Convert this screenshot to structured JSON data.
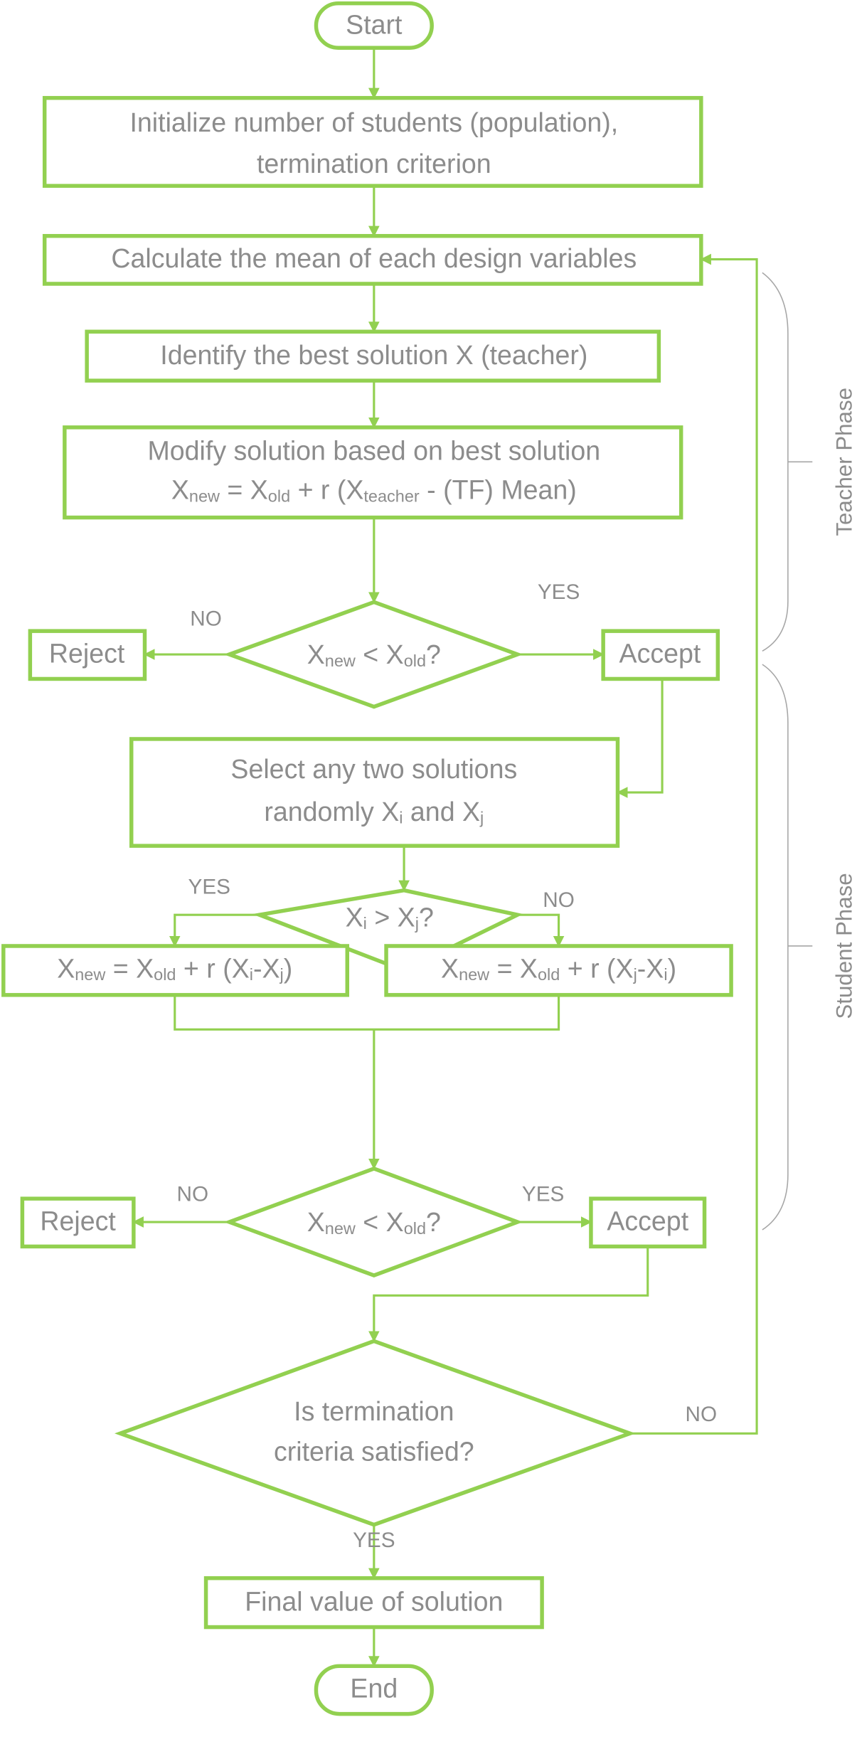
{
  "colors": {
    "shape": "#92D050",
    "text": "#8c8c8c",
    "brace": "#a6a6a6"
  },
  "start": "Start",
  "init": {
    "line1": "Initialize number of students (population),",
    "line2": "termination criterion"
  },
  "mean": "Calculate the mean of each design variables",
  "identify": "Identify the best solution X (teacher)",
  "modify": {
    "line1": "Modify solution based on best solution",
    "x": "X",
    "new": "new",
    "eq": " = X",
    "old": "old",
    "plus": " + r (X",
    "teacher": "teacher",
    "rest": " - (TF) Mean)"
  },
  "decision1": {
    "x": "X",
    "new": "new",
    "lt": " < X",
    "old": "old",
    "q": "?",
    "no": "NO",
    "yes": "YES",
    "reject": "Reject",
    "accept": "Accept"
  },
  "select": {
    "line1": "Select any two solutions",
    "line2a": "randomly X",
    "i": "i",
    "and": " and X",
    "j": "j"
  },
  "decision2": {
    "x": "X",
    "i": "i",
    "gt": " > X",
    "j": "j",
    "q": "?",
    "yes": "YES",
    "no": "NO"
  },
  "update_left": {
    "x": "X",
    "new": "new",
    "eq": " = X",
    "old": "old",
    "r": " + r (X",
    "i": "i",
    "dash": "-X",
    "j": "j",
    "close": ")"
  },
  "update_right": {
    "x": "X",
    "new": "new",
    "eq": " = X",
    "old": "old",
    "r": " + r (X",
    "j": "j",
    "dash": "-X",
    "i": "i",
    "close": ")"
  },
  "decision3": {
    "x": "X",
    "new": "new",
    "lt": " < X",
    "old": "old",
    "q": "?",
    "no": "NO",
    "yes": "YES",
    "reject": "Reject",
    "accept": "Accept"
  },
  "termination": {
    "line1": "Is termination",
    "line2": "criteria satisfied?",
    "no": "NO",
    "yes": "YES"
  },
  "final": "Final value of solution",
  "end": "End",
  "phases": {
    "teacher": "Teacher Phase",
    "student": "Student Phase"
  }
}
